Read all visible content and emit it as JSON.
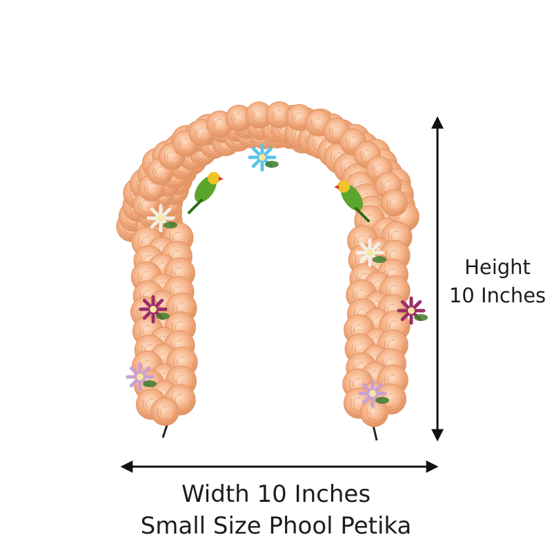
{
  "product": {
    "image_alt": "Peach foam rose arch hair garland with parrots and colored flower accents"
  },
  "dimensions": {
    "height_line1": "Height",
    "height_line2": "10 Inches",
    "width_text": "Width 10 Inches",
    "caption": "Small Size Phool Petika"
  },
  "colors": {
    "rose": "#f6b48a",
    "rose_shade": "#e39566",
    "rose_highlight": "#fcd2b4",
    "arrow": "#111111",
    "text": "#1c1c1c"
  },
  "accents": [
    {
      "name": "blue-flower",
      "color": "#5cc4e6"
    },
    {
      "name": "white-flower",
      "color": "#f2efe6"
    },
    {
      "name": "magenta-flower",
      "color": "#9b2d6a"
    },
    {
      "name": "lilac-flower",
      "color": "#c9a0d6"
    },
    {
      "name": "parrot",
      "color": "#5aa62c"
    }
  ]
}
